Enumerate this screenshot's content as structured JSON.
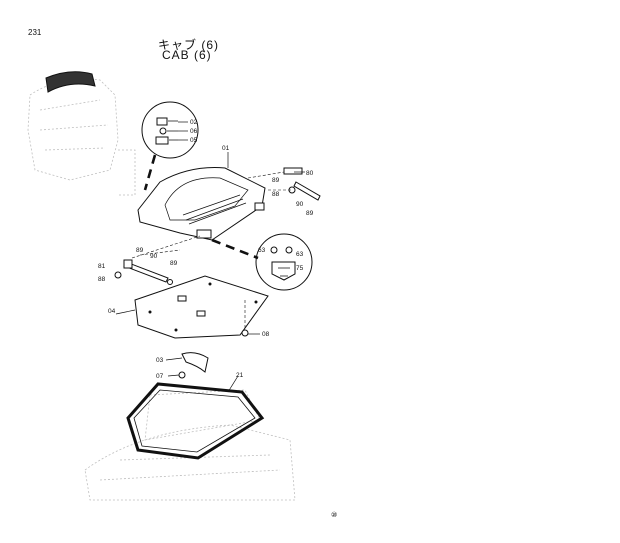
{
  "page_number": "231",
  "title_jp": "キャブ (6)",
  "title_en": "CAB (6)",
  "footer_mark": "⑩",
  "callouts": {
    "c01": "01",
    "c02": "02",
    "c03": "03",
    "c04": "04",
    "c05": "05",
    "c06": "06",
    "c07": "07",
    "c08": "08",
    "c21": "21",
    "c63a": "63",
    "c63b": "63",
    "c75": "75",
    "c80": "80",
    "c81": "81",
    "c88a": "88",
    "c88b": "88",
    "c89a": "89",
    "c89b": "89",
    "c89c": "89",
    "c89d": "89",
    "c90a": "90",
    "c90b": "90"
  }
}
